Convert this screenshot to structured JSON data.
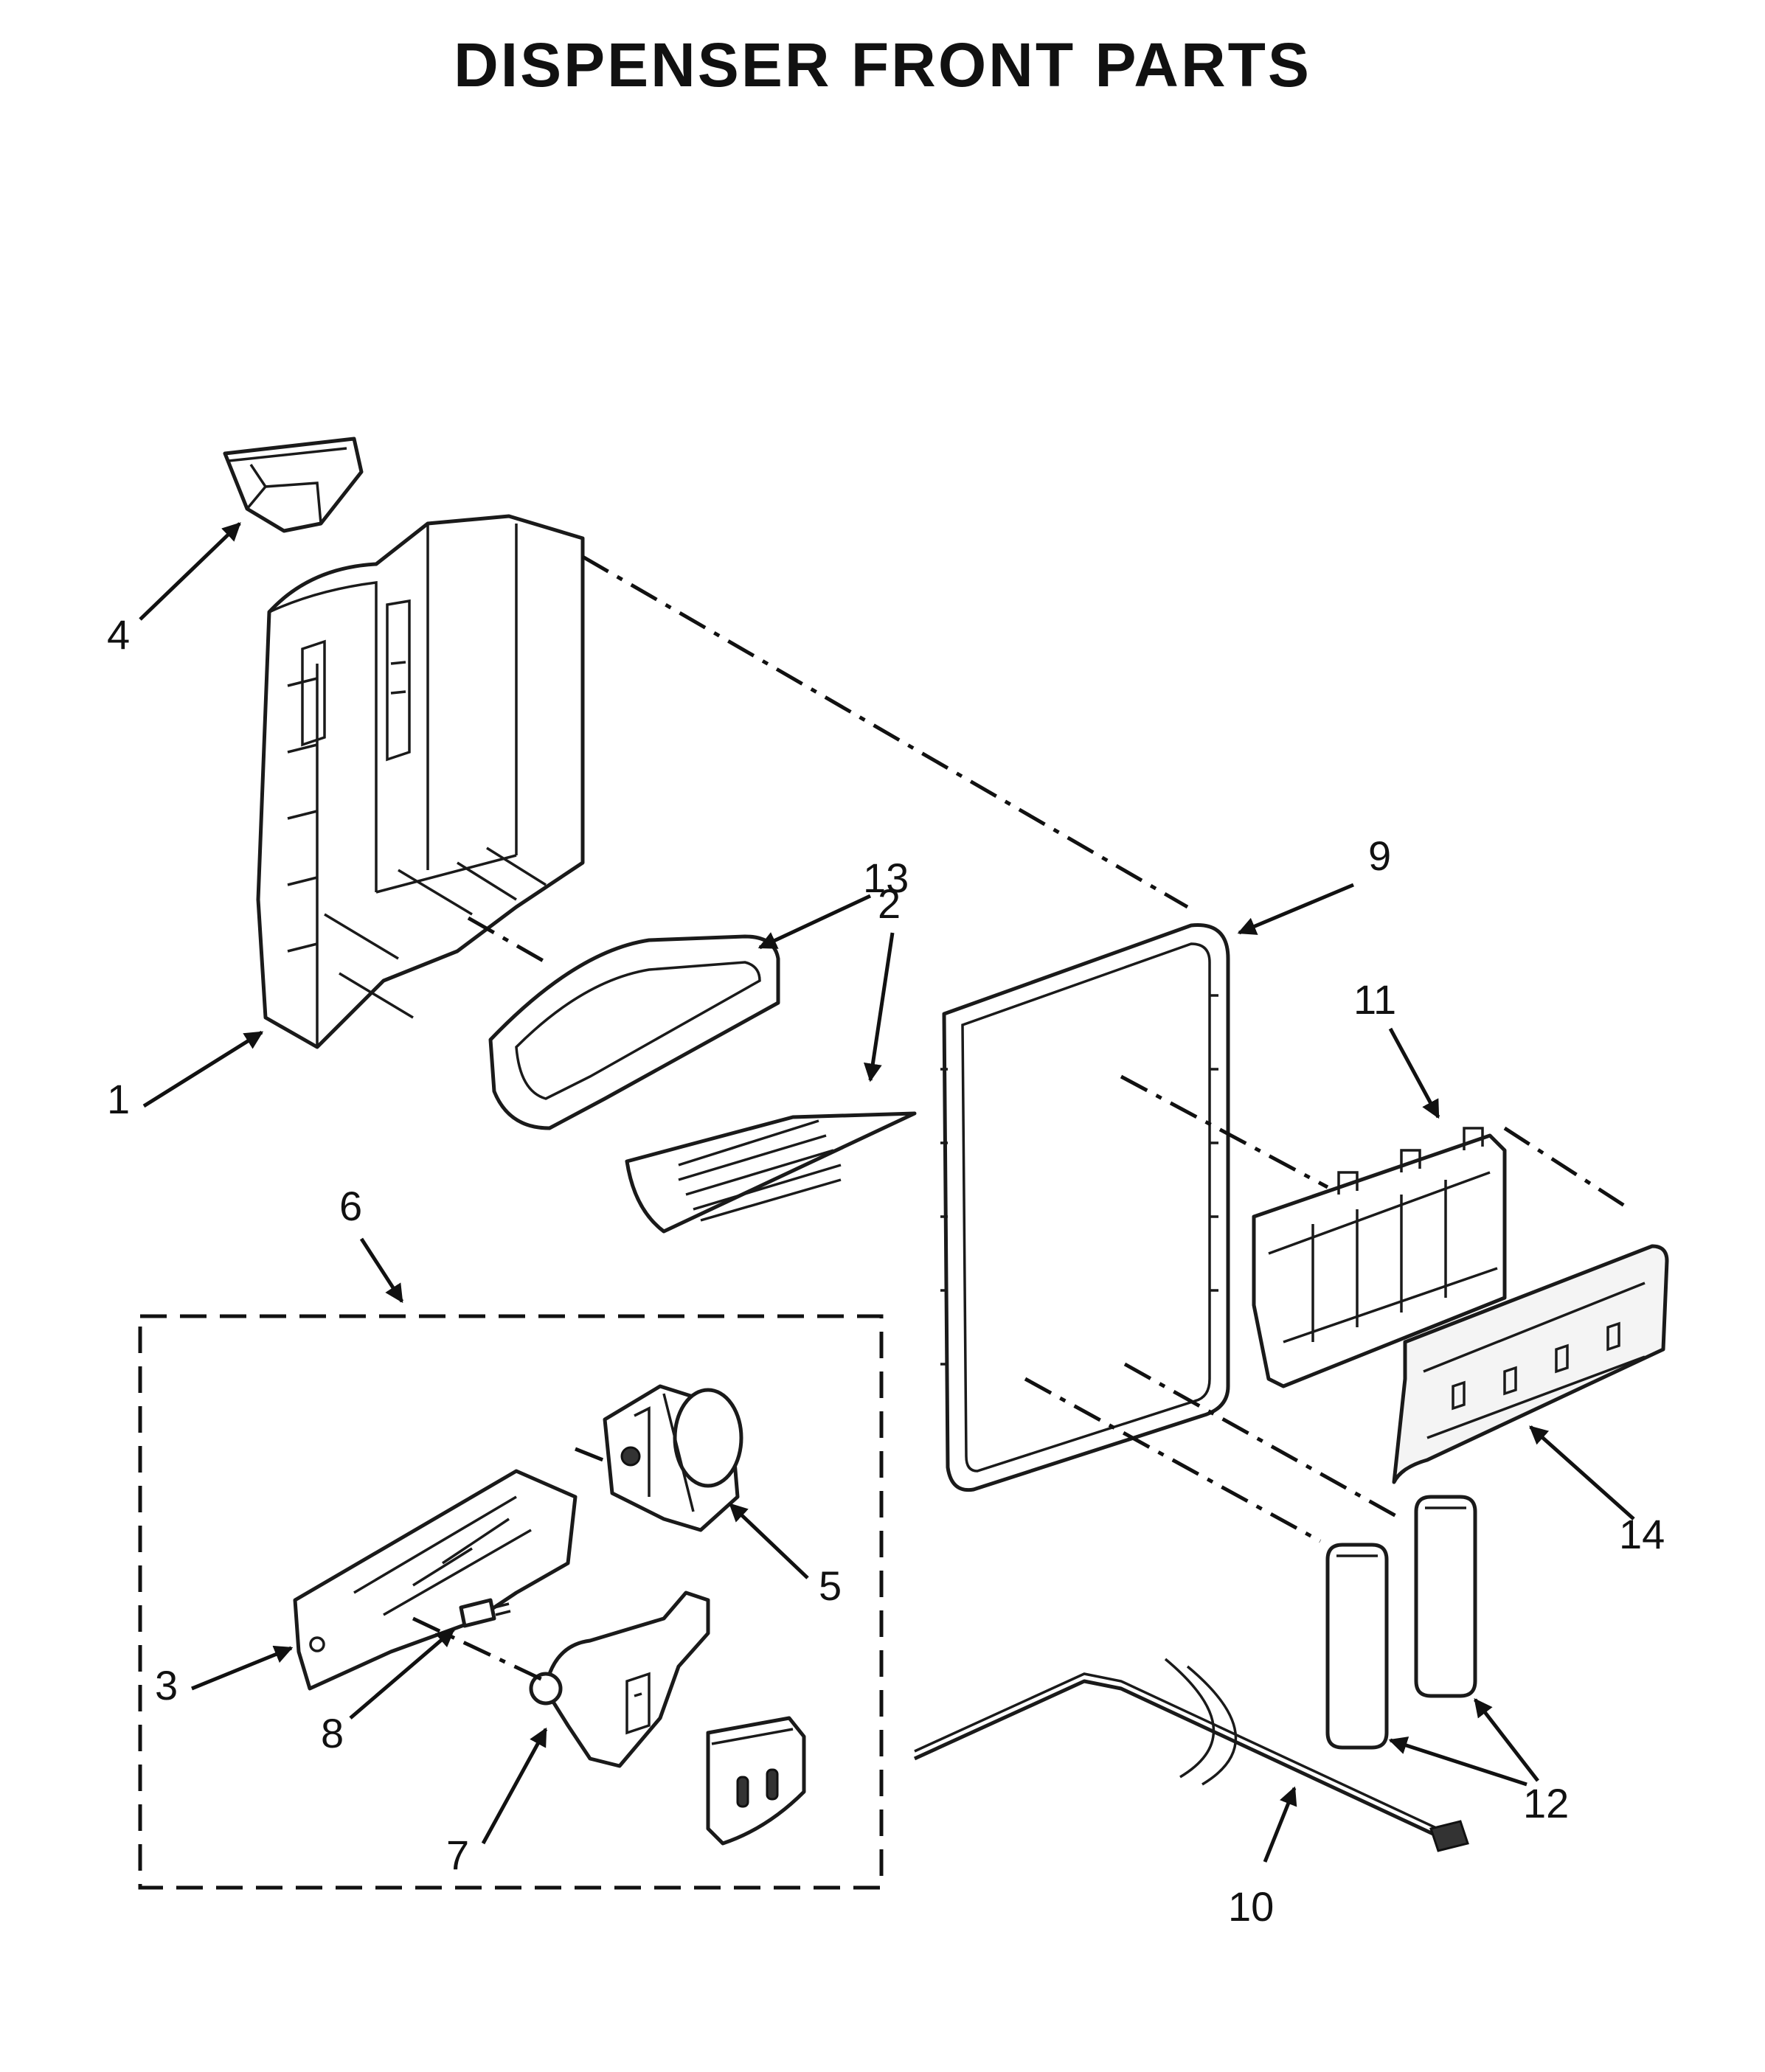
{
  "title": "DISPENSER FRONT PARTS",
  "callouts": {
    "c1": "1",
    "c2": "2",
    "c3": "3",
    "c4": "4",
    "c5": "5",
    "c6": "6",
    "c7": "7",
    "c8": "8",
    "c9": "9",
    "c10": "10",
    "c11": "11",
    "c12": "12",
    "c13": "13",
    "c14": "14"
  }
}
